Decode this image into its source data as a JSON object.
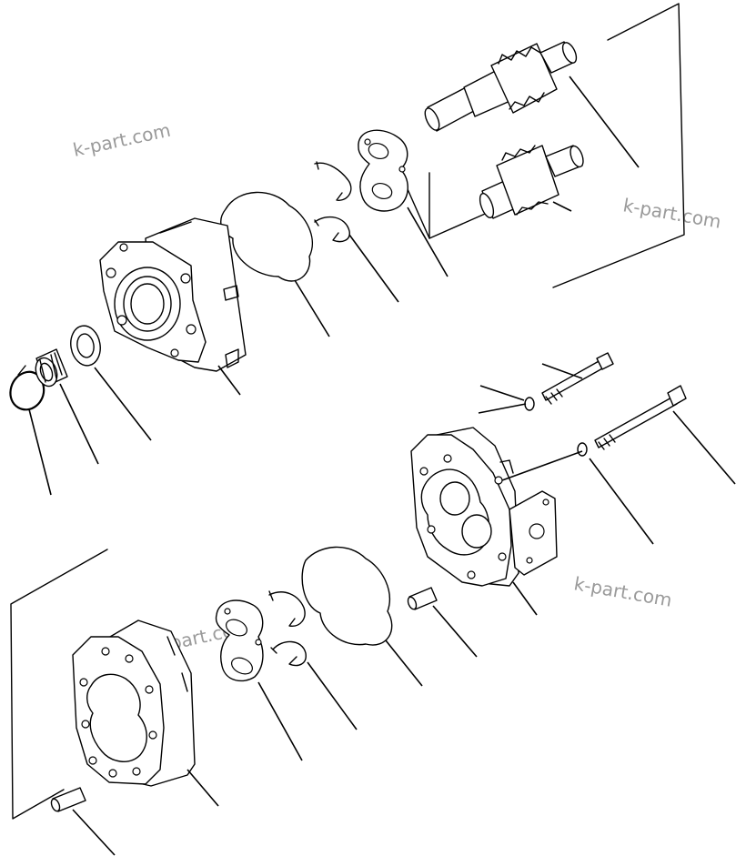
{
  "watermarks": [
    "k-part.com",
    "k-part.com",
    "k-part.com",
    "k-part.com"
  ],
  "colors": {
    "ink": "#000000",
    "paper": "#ffffff",
    "watermark": "#9a9a9a"
  }
}
